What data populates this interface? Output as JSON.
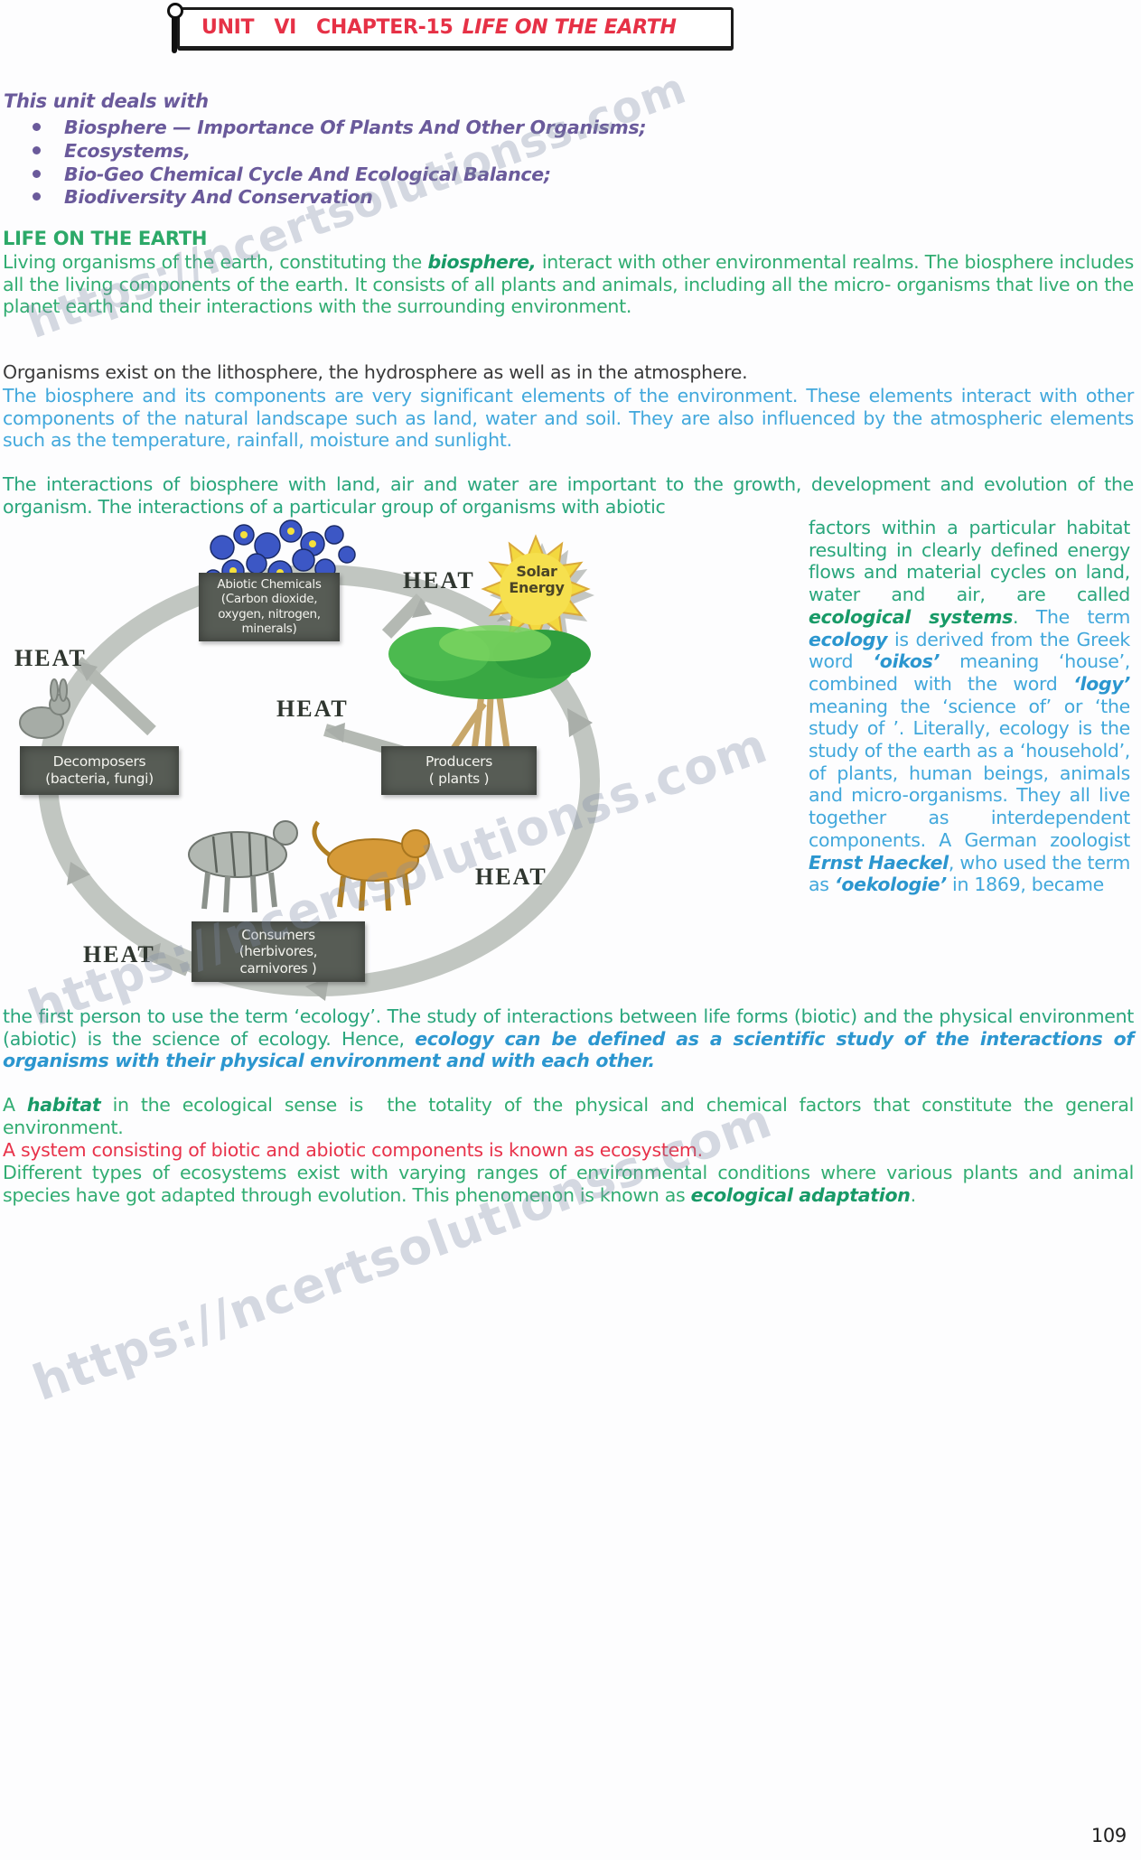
{
  "page": {
    "number": "109",
    "watermark": "https://ncertsolutionss.com"
  },
  "header": {
    "title_main": "UNIT   VI   CHAPTER-15",
    "title_italic": "LIFE ON THE EARTH"
  },
  "intro": {
    "lead": "This unit deals with",
    "bullets": [
      "Biosphere — Importance Of Plants And Other Organisms;",
      "Ecosystems,",
      "Bio-Geo Chemical Cycle And Ecological Balance;",
      "Biodiversity And Conservation"
    ]
  },
  "section": {
    "heading": "LIFE ON THE EARTH"
  },
  "paragraphs": {
    "p1_pre": "Living organisms of the earth, constituting the ",
    "p1_bold": "biosphere,",
    "p1_post": " interact with other environmental realms. The biosphere includes all the living components of the earth. It consists of all plants and animals, including all the micro- organisms that live on the planet earth and their interactions with the surrounding environment.",
    "p2": "Organisms exist on the lithosphere, the hydrosphere as well as in the atmosphere.",
    "p3": "The biosphere and its components are very significant elements of the environment. These elements interact with other components of the natural landscape such as land, water and soil. They are also influenced by the atmospheric elements such as the temperature, rainfall, moisture and sunlight.",
    "p4": "The interactions of biosphere with land, air and water are important to the growth, development and evolution of the organism. The interactions of a particular group of organisms with abiotic"
  },
  "right_column": {
    "teal_pre": "factors within a particular habitat resulting in clearly defined energy flows and material cycles on land, water and air, are called ",
    "teal_bold": "ecological systems",
    "teal_end": ".",
    "b1": "The term ",
    "b1b": "ecology",
    "b2": " is derived from the Greek word ",
    "b2b": "‘oikos’",
    "b3": " meaning ‘house’, combined with the word ",
    "b3b": "‘logy’",
    "b4": " meaning the ‘science of’ or ‘the study of ’. Literally, ecology is the study of the earth as a ‘household’, of plants, human beings, animals and micro-organisms. They all live together as interdependent components. A German zoologist ",
    "b4b": "Ernst Haeckel",
    "b5": ", who used the term as ",
    "b5b": "‘oekologie’",
    "b6": " in 1869, became"
  },
  "bottom": {
    "t1": "the first person to use the term ‘ecology’. The study of interactions between life forms (biotic) and the physical environment (abiotic) is the science of ecology. Hence, ",
    "t1_bold": "ecology can be defined as a scientific study of the interactions of organisms with their physical environment and with each other.",
    "h1a": "A ",
    "h1b": "habitat",
    "h1c": " in the ecological sense is  the totality of the physical and chemical factors that constitute the general environment.",
    "red": "A system consisting of biotic and abiotic components is known as ecosystem.",
    "g1": "Different types of ecosystems exist with varying ranges of environmental conditions where various plants and animal species have got adapted through evolution. This phenomenon is known as ",
    "g1_bold": "ecological adaptation",
    "g1_end": "."
  },
  "diagram": {
    "heat": "HEAT",
    "sun": "Solar Energy",
    "abiotic": {
      "l1": "Abiotic Chemicals",
      "l2": "(Carbon dioxide,",
      "l3": "oxygen, nitrogen,",
      "l4": "minerals)"
    },
    "decomposers": {
      "l1": "Decomposers",
      "l2": "(bacteria, fungi)"
    },
    "producers": {
      "l1": "Producers",
      "l2": "( plants )"
    },
    "consumers": {
      "l1": "Consumers",
      "l2": "(herbivores,",
      "l3": "carnivores )"
    }
  }
}
